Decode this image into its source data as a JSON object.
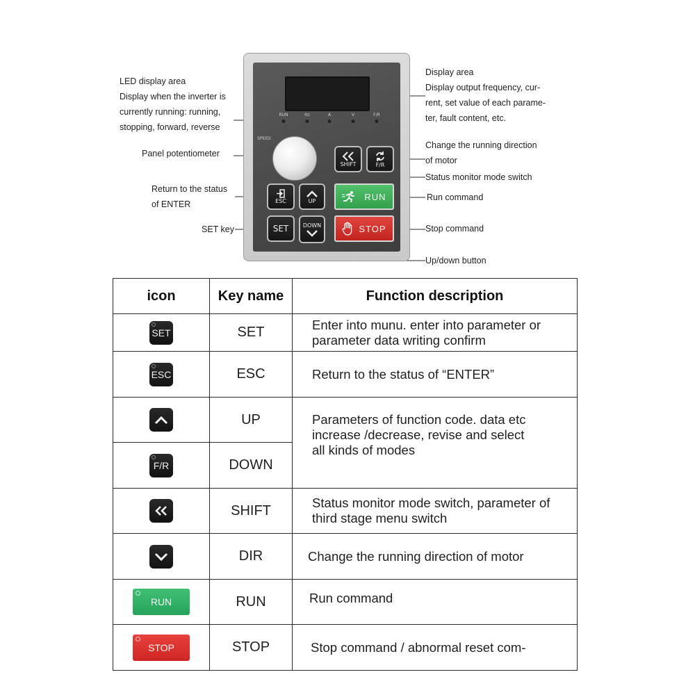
{
  "panel": {
    "led_labels": [
      "RUN",
      "Hz",
      "A",
      "V",
      "F/R"
    ],
    "speed_label": "SPEED",
    "keys": {
      "shift_label": "SHIFT",
      "fr_label": "F/R",
      "esc_label": "ESC",
      "up_label": "UP",
      "set_label": "SET",
      "down_label": "DOWN",
      "run_label": "RUN",
      "stop_label": "STOP"
    },
    "colors": {
      "run": "#3aa955",
      "stop": "#d12e28",
      "panel_face": "#4a4a4a"
    }
  },
  "callouts": {
    "led_display_area": [
      "LED display area",
      "Display when the inverter is",
      "currently running: running,",
      "stopping, forward, reverse"
    ],
    "panel_potentiometer": "Panel potentiometer",
    "return_status": [
      "Return to the status",
      "of ENTER"
    ],
    "set_key": "SET key",
    "display_area": [
      "Display area",
      "Display output frequency, cur-",
      "rent, set value of each parame-",
      "ter, fault content, etc."
    ],
    "change_direction": [
      "Change the running direction",
      "of motor"
    ],
    "status_monitor": "Status monitor mode switch",
    "run_command": "Run command",
    "stop_command": "Stop command",
    "up_down_button": "Up/down button"
  },
  "table": {
    "headers": {
      "icon": "icon",
      "key_name": "Key name",
      "function": "Function description"
    },
    "rows": [
      {
        "icon": "set-icon",
        "icon_text": "SET",
        "key": "SET",
        "desc": [
          "Enter into munu. enter into parameter or",
          "parameter data writing confirm"
        ]
      },
      {
        "icon": "esc-icon",
        "icon_text": "ESC",
        "key": "ESC",
        "desc": [
          "Return to the status of “ENTER”"
        ]
      },
      {
        "icon": "chevron-up-icon",
        "key": "UP",
        "desc": [
          "Parameters of function code. data etc",
          "increase /decrease, revise and select",
          "all kinds of modes"
        ]
      },
      {
        "icon": "fr-icon",
        "icon_text": "F/R",
        "key": "DOWN"
      },
      {
        "icon": "double-chevron-left-icon",
        "key": "SHIFT",
        "desc": [
          "Status monitor mode switch, parameter of",
          "third stage menu switch"
        ]
      },
      {
        "icon": "chevron-down-icon",
        "key": "DIR",
        "desc": [
          "Change the running direction of motor"
        ]
      },
      {
        "icon": "run-icon",
        "icon_text": "RUN",
        "key": "RUN",
        "desc": [
          "Run command"
        ]
      },
      {
        "icon": "stop-icon",
        "icon_text": "STOP",
        "key": "STOP",
        "desc": [
          "Stop command / abnormal reset com-"
        ]
      }
    ]
  }
}
